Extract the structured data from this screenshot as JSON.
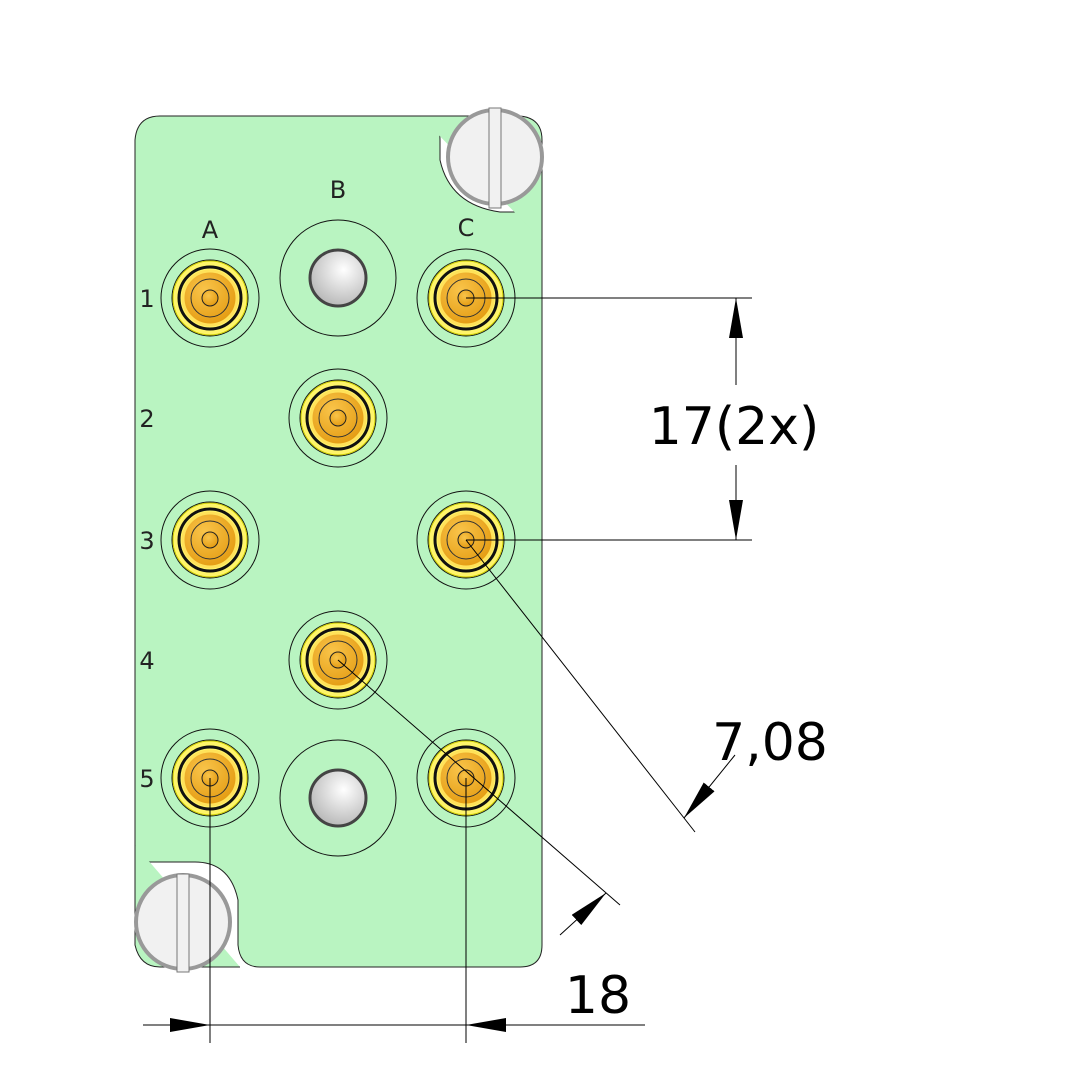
{
  "columns": [
    "A",
    "B",
    "C"
  ],
  "rows": [
    "1",
    "2",
    "3",
    "4",
    "5"
  ],
  "contacts": [
    "A1",
    "C1",
    "B2",
    "A3",
    "C3",
    "B4",
    "A5",
    "C5"
  ],
  "guide_pins": [
    "B1",
    "B5"
  ],
  "dimensions": {
    "row_pitch": "17(2x)",
    "diagonal": "7,08",
    "column_span": "18"
  },
  "colors": {
    "plate": "#b9f4c1",
    "contact_outer": "#fff56a",
    "contact_inner": "#f3ad1e",
    "screw": "#f1f1f1"
  }
}
